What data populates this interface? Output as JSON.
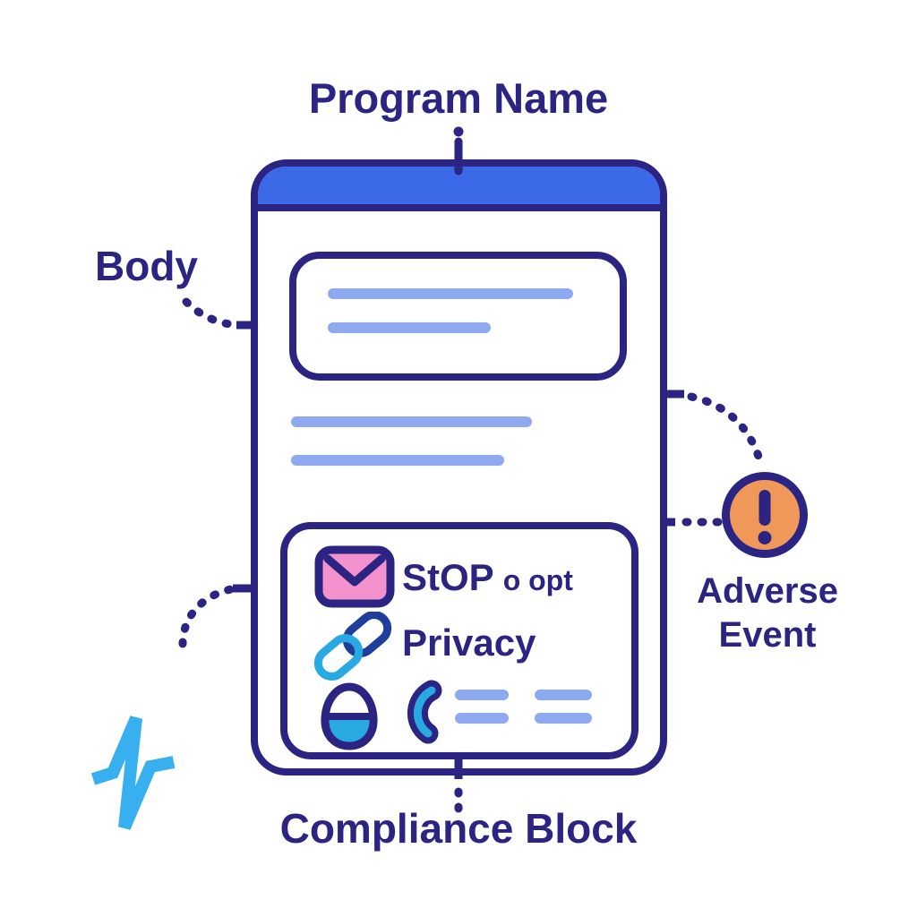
{
  "labels": {
    "program_name": "Program Name",
    "body": "Body",
    "adverse_event": "Adverse Event",
    "compliance_block": "Compliance Block"
  },
  "card": {
    "header_bar": "program-name-header-bar",
    "body_placeholder_lines": 4,
    "compliance_rows": [
      {
        "icon": "envelope-icon",
        "label": "StOP",
        "label_suffix": "o opt"
      },
      {
        "icon": "link-icon",
        "label": "Privacy"
      },
      {
        "icons": [
          "lock-icon",
          "phone-icon"
        ],
        "placeholder_lines": 4
      }
    ]
  },
  "icons": {
    "adverse_event": "exclamation-circle-icon",
    "brand_logo": "lightning-bolt-icon",
    "compliance": [
      "envelope-icon",
      "link-icon",
      "lock-icon",
      "phone-icon"
    ]
  },
  "colors": {
    "navy_outline_text": "#2b2483",
    "header_royal_blue": "#3b69e8",
    "placeholder_periwinkle": "#8fa9f1",
    "envelope_pink": "#f291cb",
    "accent_cyan": "#29a9e2",
    "logo_bolt_cyan": "#38b0f0",
    "alert_orange": "#f0975a",
    "link_dark_blue": "#1d3e9a"
  }
}
